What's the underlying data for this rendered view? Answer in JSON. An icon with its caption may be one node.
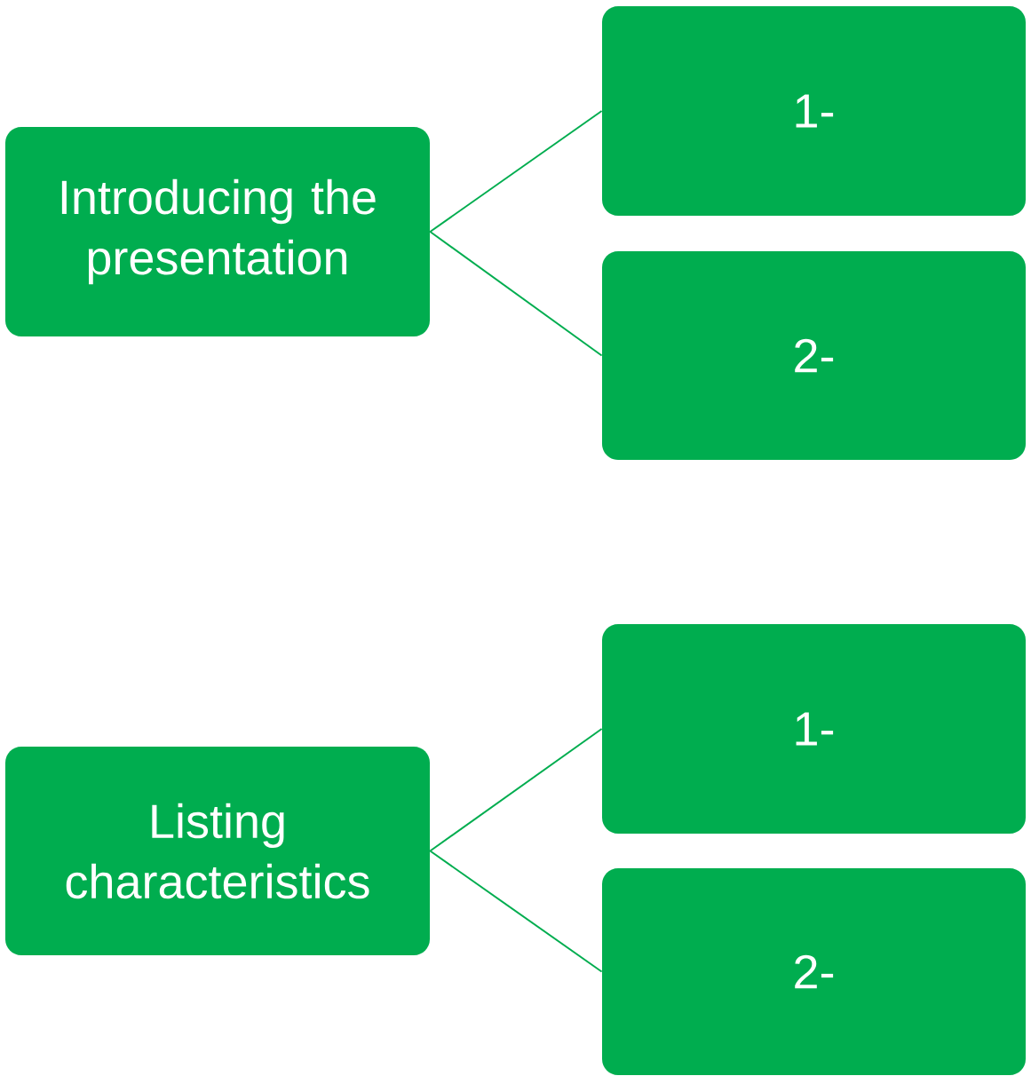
{
  "diagram": {
    "nodes": [
      {
        "text": [
          "Introducing the presentation"
        ]
      },
      {
        "text": [
          "1-"
        ]
      },
      {
        "text": [
          "2-"
        ]
      },
      {
        "text": [
          "Listing characteristics"
        ]
      },
      {
        "text": [
          "1-"
        ]
      },
      {
        "text": [
          "2-"
        ]
      }
    ],
    "edges": [
      {
        "from": 0,
        "to": 1,
        "arrow": "none"
      },
      {
        "from": 0,
        "to": 2,
        "arrow": "none"
      },
      {
        "from": 3,
        "to": 4,
        "arrow": "none"
      },
      {
        "from": 3,
        "to": 5,
        "arrow": "none"
      }
    ]
  }
}
